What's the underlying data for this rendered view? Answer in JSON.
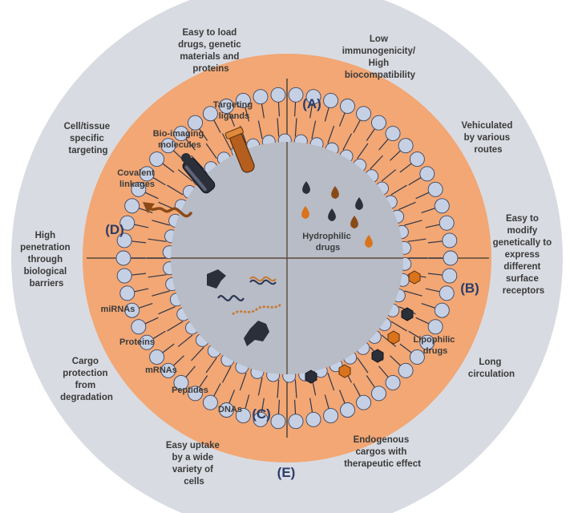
{
  "colors": {
    "outer_ring": "#d9dbe2",
    "quadrant": "#f2a774",
    "lumen": "#b7bcc6",
    "head_fill": "#c6d0e4",
    "head_stroke": "#3d4660",
    "tail": "#2f3548",
    "divider": "#5a4a3a",
    "section_text": "#2a3d6b",
    "text": "#3a3a3a",
    "drug_dark": "#2b2f3a",
    "drug_orange": "#d9731c",
    "drug_brown": "#8a4a18"
  },
  "sections": {
    "a": "(A)",
    "b": "(B)",
    "c": "(C)",
    "d": "(D)",
    "e": "(E)"
  },
  "outer_labels": {
    "easy_to_load": [
      "Easy to load",
      "drugs, genetic",
      "materials and",
      "proteins"
    ],
    "low_immunogenicity": [
      "Low",
      "immunogenicity/",
      "High",
      "biocompatibility"
    ],
    "vehiculated": [
      "Vehiculated",
      "by various",
      "routes"
    ],
    "easy_to_modify": [
      "Easy to",
      "modify",
      "genetically to",
      "express",
      "different",
      "surface",
      "receptors"
    ],
    "long_circulation": [
      "Long",
      "circulation"
    ],
    "endogenous": [
      "Endogenous",
      "cargos with",
      "therapeutic effect"
    ],
    "easy_uptake": [
      "Easy uptake",
      "by a wide",
      "variety of",
      "cells"
    ],
    "cargo_protection": [
      "Cargo",
      "protection",
      "from",
      "degradation"
    ],
    "high_penetration": [
      "High",
      "penetration",
      "through",
      "biological",
      "barriers"
    ],
    "cell_tissue": [
      "Cell/tissue",
      "specific",
      "targeting"
    ]
  },
  "inner_labels": {
    "targeting_ligands": [
      "Targeting",
      "ligands"
    ],
    "bio_imaging": [
      "Bio-imaging",
      "molecules"
    ],
    "covalent": [
      "Covalent",
      "linkages"
    ],
    "hydrophilic": [
      "Hydrophilic",
      "drugs"
    ],
    "lipophilic": [
      "Lipophilic",
      "drugs"
    ],
    "mirnas": "miRNAs",
    "proteins": "Proteins",
    "mrnas": "mRNAs",
    "peptides": "Peptides",
    "dnas": "DNAs"
  },
  "icons": {
    "hydrophilic_drop": "droplet-icon",
    "lipophilic_hexagon": "hexagon-icon",
    "targeting_ligand": "test-tube-icon",
    "bio_imaging": "cylinder-icon",
    "covalent_linkage": "arrow-squiggle-icon",
    "protein": "protein-blob-icon",
    "nucleic_acid": "strand-icon"
  }
}
